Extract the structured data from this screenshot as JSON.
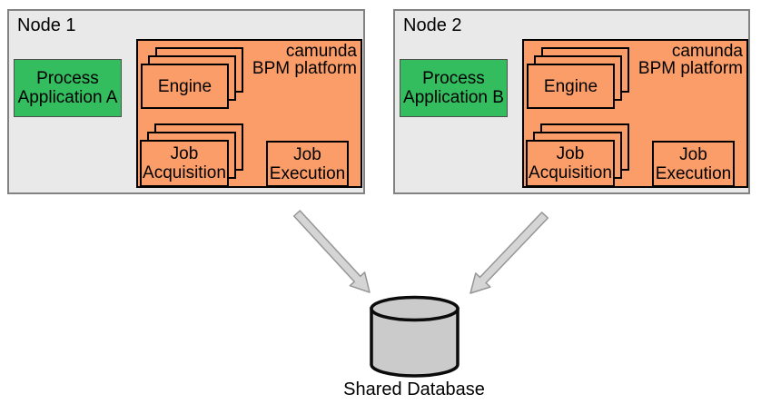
{
  "diagram": {
    "nodes": [
      {
        "title": "Node 1",
        "process_app": {
          "line1": "Process",
          "line2": "Application A"
        },
        "platform": {
          "label_line1": "camunda",
          "label_line2": "BPM platform",
          "engine": "Engine",
          "job_acq_line1": "Job",
          "job_acq_line2": "Acquisition",
          "job_exec_line1": "Job",
          "job_exec_line2": "Execution"
        }
      },
      {
        "title": "Node 2",
        "process_app": {
          "line1": "Process",
          "line2": "Application B"
        },
        "platform": {
          "label_line1": "camunda",
          "label_line2": "BPM platform",
          "engine": "Engine",
          "job_acq_line1": "Job",
          "job_acq_line2": "Acquisition",
          "job_exec_line1": "Job",
          "job_exec_line2": "Execution"
        }
      }
    ],
    "database_label": "Shared Database",
    "colors": {
      "node_bg": "#e9e9e9",
      "node_border": "#828282",
      "process_app_fill": "#33bd5e",
      "platform_fill": "#fb9d69",
      "arrow_fill": "#d5d5d5",
      "arrow_stroke": "#969696",
      "database_fill": "#cbcbcb"
    }
  }
}
